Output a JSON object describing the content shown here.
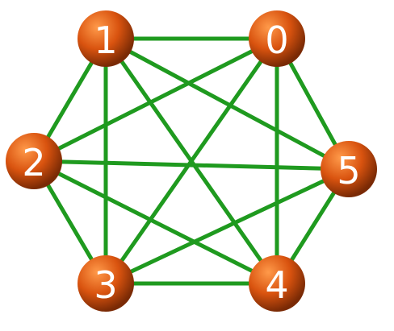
{
  "graph": {
    "type": "complete-graph",
    "node_color": "#d9530f",
    "node_highlight": "#ff9a4a",
    "node_shadow": "#7a2a05",
    "edge_color": "#1f9a1f",
    "nodes": [
      {
        "id": "0",
        "label": "0"
      },
      {
        "id": "1",
        "label": "1"
      },
      {
        "id": "2",
        "label": "2"
      },
      {
        "id": "3",
        "label": "3"
      },
      {
        "id": "4",
        "label": "4"
      },
      {
        "id": "5",
        "label": "5"
      }
    ],
    "edges": [
      [
        "0",
        "1"
      ],
      [
        "0",
        "2"
      ],
      [
        "0",
        "3"
      ],
      [
        "0",
        "4"
      ],
      [
        "0",
        "5"
      ],
      [
        "1",
        "2"
      ],
      [
        "1",
        "3"
      ],
      [
        "1",
        "4"
      ],
      [
        "1",
        "5"
      ],
      [
        "2",
        "3"
      ],
      [
        "2",
        "4"
      ],
      [
        "2",
        "5"
      ],
      [
        "3",
        "4"
      ],
      [
        "3",
        "5"
      ],
      [
        "4",
        "5"
      ]
    ]
  }
}
